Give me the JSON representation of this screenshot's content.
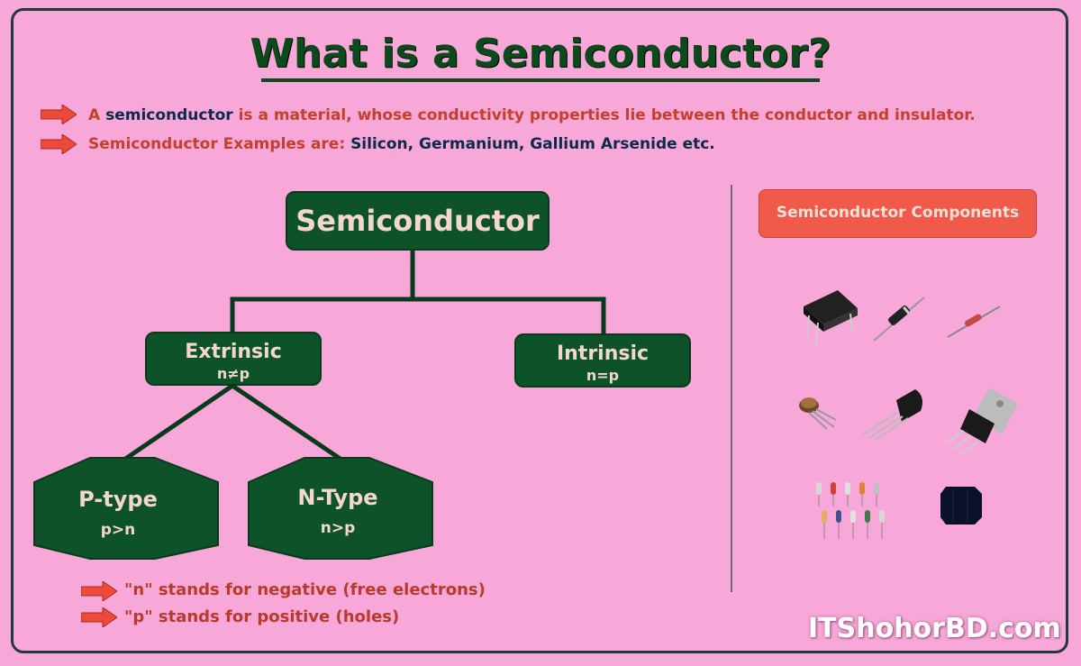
{
  "title": "What is a Semiconductor?",
  "intro": {
    "line1": {
      "prefix": "A ",
      "bold": "semiconductor",
      "rest": " is a material, whose conductivity properties lie between the conductor and insulator."
    },
    "line2": {
      "prefix": "Semiconductor Examples are: ",
      "examples": "Silicon, Germanium, Gallium Arsenide etc."
    }
  },
  "tree": {
    "root": "Semiconductor",
    "extrinsic": {
      "label": "Extrinsic",
      "sub": "n≠p"
    },
    "intrinsic": {
      "label": "Intrinsic",
      "sub": "n=p"
    },
    "ptype": {
      "label": "P-type",
      "sub": "p>n"
    },
    "ntype": {
      "label": "N-Type",
      "sub": "n>p"
    }
  },
  "notes": [
    "\"n\" stands for negative (free electrons)",
    "\"p\" stands for positive (holes)"
  ],
  "components": {
    "header": "Semiconductor Components",
    "icons": [
      "ic-chip-icon",
      "diode-icon",
      "small-diode-icon",
      "can-transistor-icon",
      "transistor-icon",
      "power-transistor-icon",
      "led-set-icon",
      "solar-cell-icon"
    ]
  },
  "watermark": "ITShohorBD.com",
  "colors": {
    "background": "#f7a8d8",
    "box_green": "#0d5228",
    "title_green": "#0c4a1c",
    "accent_red": "#f05a4a"
  }
}
